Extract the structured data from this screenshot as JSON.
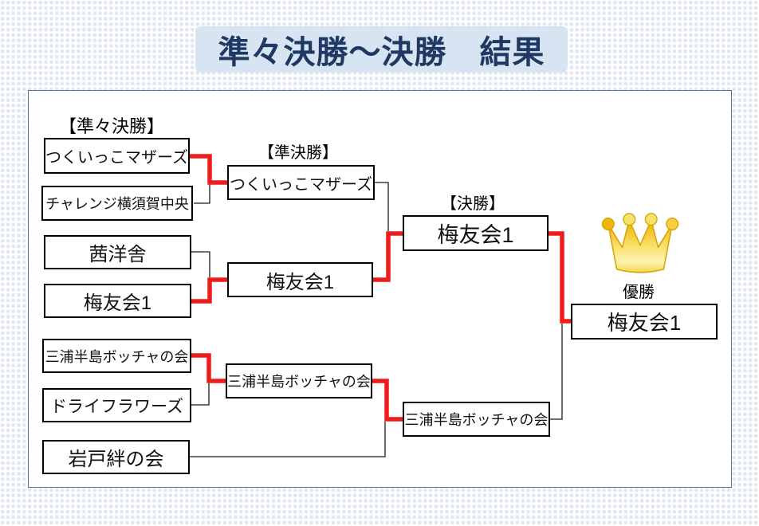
{
  "title": "準々決勝～決勝　結果",
  "round_labels": {
    "quarterfinal": "【準々決勝】",
    "semifinal": "【準決勝】",
    "final": "【決勝】"
  },
  "champion_label": "優勝",
  "bracket": {
    "quarterfinals": [
      {
        "team": "つくいっこマザーズ",
        "winner": true
      },
      {
        "team": "チャレンジ横須賀中央",
        "winner": false
      },
      {
        "team": "茜洋舎",
        "winner": false
      },
      {
        "team": "梅友会1",
        "winner": true
      },
      {
        "team": "三浦半島ボッチャの会",
        "winner": true
      },
      {
        "team": "ドライフラワーズ",
        "winner": false
      },
      {
        "team": "岩戸絆の会",
        "winner": false
      }
    ],
    "semifinals": [
      {
        "team": "つくいっこマザーズ",
        "winner": false
      },
      {
        "team": "梅友会1",
        "winner": true
      },
      {
        "team": "三浦半島ボッチャの会",
        "winner": true
      }
    ],
    "finals": [
      {
        "team": "梅友会1",
        "winner": true
      },
      {
        "team": "三浦半島ボッチャの会",
        "winner": false
      }
    ],
    "champion": {
      "team": "梅友会1"
    }
  },
  "icons": {
    "crown": "crown-icon"
  },
  "colors": {
    "title_bg": "#d7e4f2",
    "title_text": "#1f3864",
    "winner_line": "#ee1c1c",
    "loser_line": "#1a1a1a",
    "panel_border": "#51718f",
    "box_border": "#000000",
    "crown_gold": "#f5c518"
  }
}
